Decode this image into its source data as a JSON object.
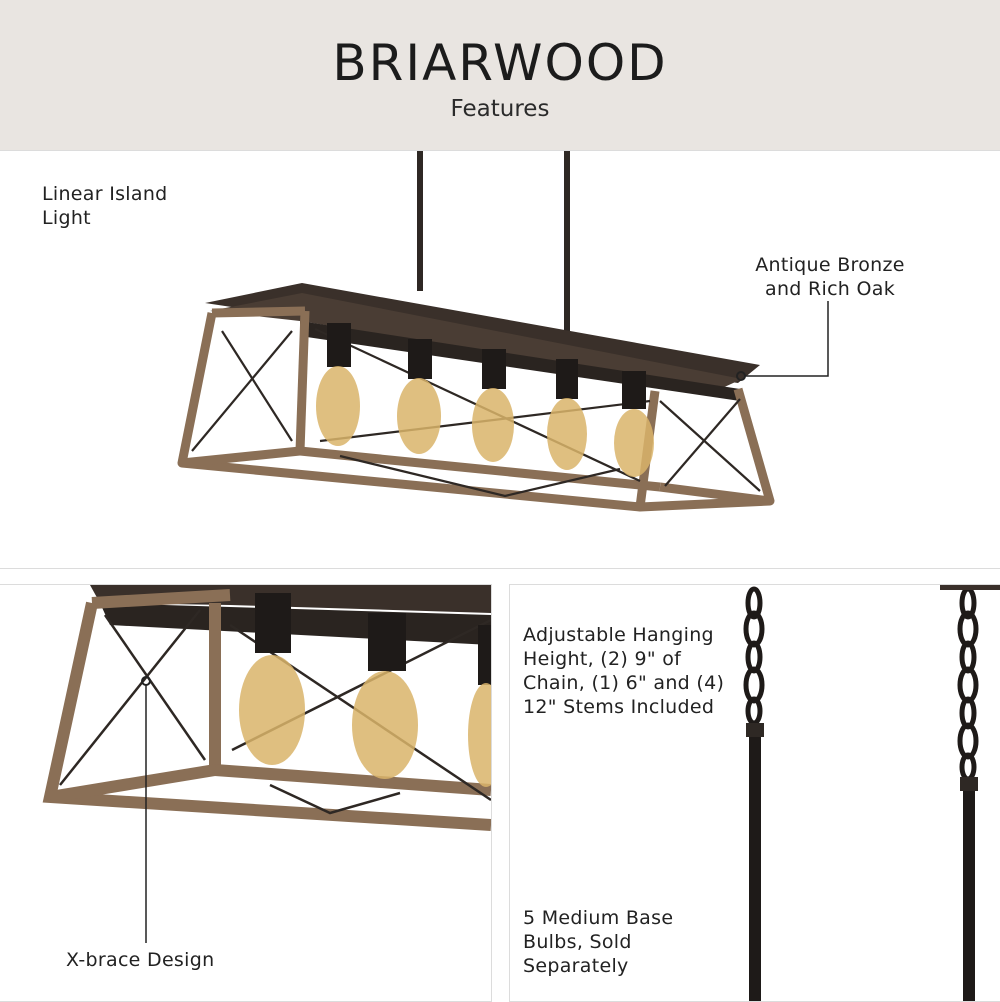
{
  "header": {
    "title": "BRIARWOOD",
    "subtitle": "Features"
  },
  "features": {
    "linear": [
      "Linear Island",
      "Light"
    ],
    "finish": [
      "Antique Bronze",
      "and Rich Oak"
    ],
    "hanging": [
      "Adjustable Hanging",
      "Height, (2) 9\" of",
      "Chain, (1) 6\" and (4)",
      "12\" Stems Included"
    ],
    "bulbs": [
      "5 Medium Base",
      "Bulbs, Sold",
      "Separately"
    ],
    "xbrace": "X-brace Design"
  },
  "colors": {
    "header_bg": "#e9e5e1",
    "bronze": "#2e2824",
    "oak": "#8a6f56",
    "bulb": "#d9b46a"
  }
}
